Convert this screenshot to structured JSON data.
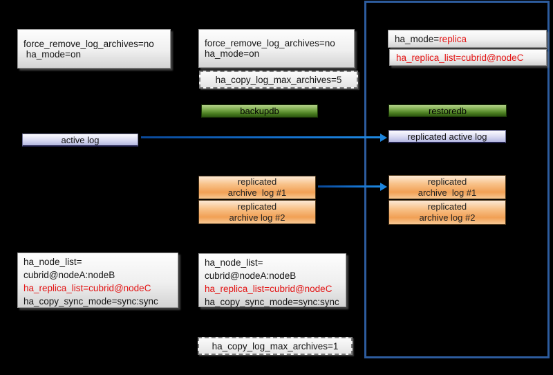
{
  "colors": {
    "background": "#000000",
    "replica_frame_border": "#2d5c9e",
    "red_text": "#e31212",
    "arrow_blue": "#1470cc",
    "green_button": "#4a7d20",
    "lavender_box": "#b5b8e0",
    "orange_box": "#f1a055",
    "config_box": "#efefef"
  },
  "master": {
    "config_top": "force_remove_log_archives=no\n ha_mode=on",
    "active_log": "active log",
    "ha_config": {
      "line1": "ha_node_list=",
      "line2": "cubrid@nodeA:nodeB",
      "line3": "ha_replica_list=cubrid@nodeC",
      "line4": "ha_copy_sync_mode=sync:sync"
    }
  },
  "slave": {
    "config_top": "force_remove_log_archives=no\nha_mode=on",
    "copy_log_max_top": "ha_copy_log_max_archives=5",
    "backupdb_label": "backupdb",
    "archive_log_1": "replicated\narchive  log #1",
    "archive_log_2": "replicated\narchive log #2",
    "ha_config": {
      "line1": "ha_node_list=",
      "line2": "cubrid@nodeA:nodeB",
      "line3": "ha_replica_list=cubrid@nodeC",
      "line4": "ha_copy_sync_mode=sync:sync"
    },
    "copy_log_max_bottom": "ha_copy_log_max_archives=1"
  },
  "replica": {
    "ha_mode_prefix": "ha_mode=",
    "ha_mode_value": "replica",
    "ha_replica_list": "ha_replica_list=cubrid@nodeC",
    "restoredb_label": "restoredb",
    "replicated_active_log": "replicated active log",
    "archive_log_1": "replicated\narchive  log #1",
    "archive_log_2": "replicated\narchive log #2"
  }
}
